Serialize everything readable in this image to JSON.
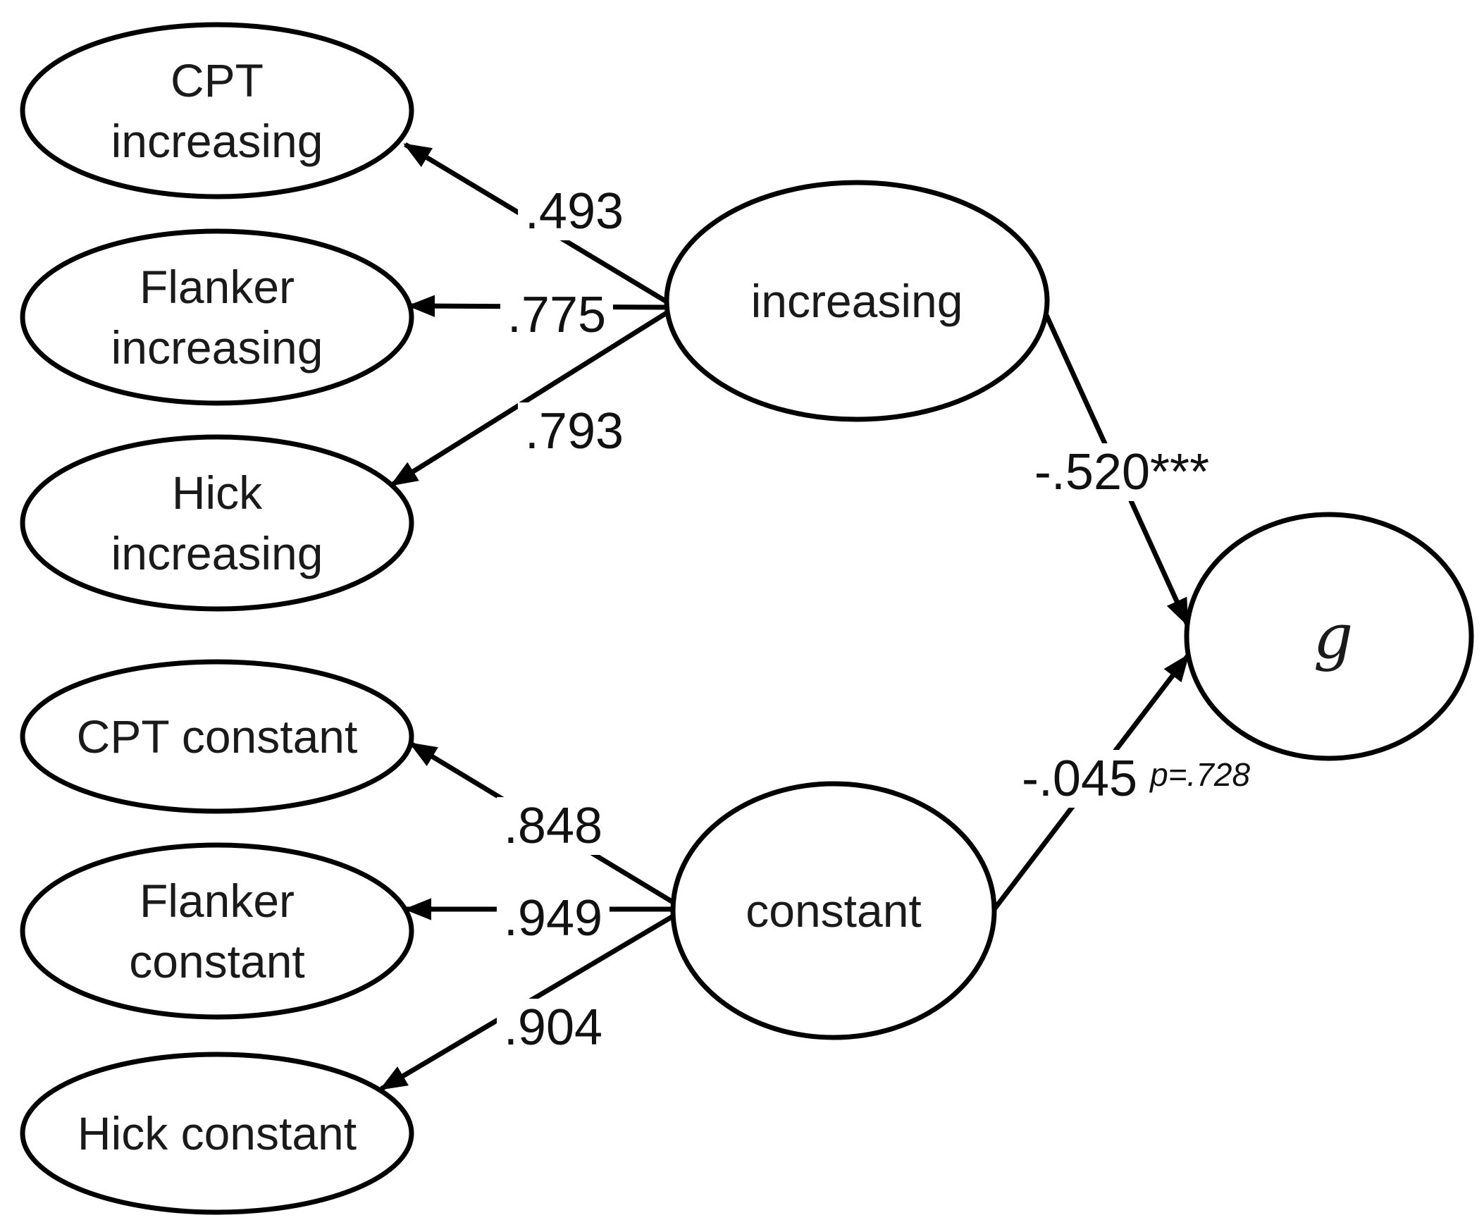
{
  "figure": {
    "type": "sem-path-diagram",
    "background": "#ffffff",
    "stroke_color": "#000000",
    "text_color": "#1a1a1a",
    "observed_nodes": [
      {
        "id": "cpt-increasing",
        "label": "CPT\nincreasing"
      },
      {
        "id": "flanker-increasing",
        "label": "Flanker\nincreasing"
      },
      {
        "id": "hick-increasing",
        "label": "Hick\nincreasing"
      },
      {
        "id": "cpt-constant",
        "label": "CPT constant"
      },
      {
        "id": "flanker-constant",
        "label": "Flanker\nconstant"
      },
      {
        "id": "hick-constant",
        "label": "Hick constant"
      }
    ],
    "latent_nodes": [
      {
        "id": "increasing",
        "label": "increasing"
      },
      {
        "id": "constant",
        "label": "constant"
      },
      {
        "id": "g",
        "label": "g"
      }
    ],
    "loadings": [
      {
        "from": "increasing",
        "to": "CPT increasing",
        "value": ".493"
      },
      {
        "from": "increasing",
        "to": "Flanker increasing",
        "value": ".775"
      },
      {
        "from": "increasing",
        "to": "Hick increasing",
        "value": ".793"
      },
      {
        "from": "constant",
        "to": "CPT constant",
        "value": ".848"
      },
      {
        "from": "constant",
        "to": "Flanker constant",
        "value": ".949"
      },
      {
        "from": "constant",
        "to": "Hick constant",
        "value": ".904"
      }
    ],
    "structural_paths": [
      {
        "from": "increasing",
        "to": "g",
        "value": "-.520***"
      },
      {
        "from": "constant",
        "to": "g",
        "value": "-.045",
        "p_label": "p=.728"
      }
    ]
  }
}
